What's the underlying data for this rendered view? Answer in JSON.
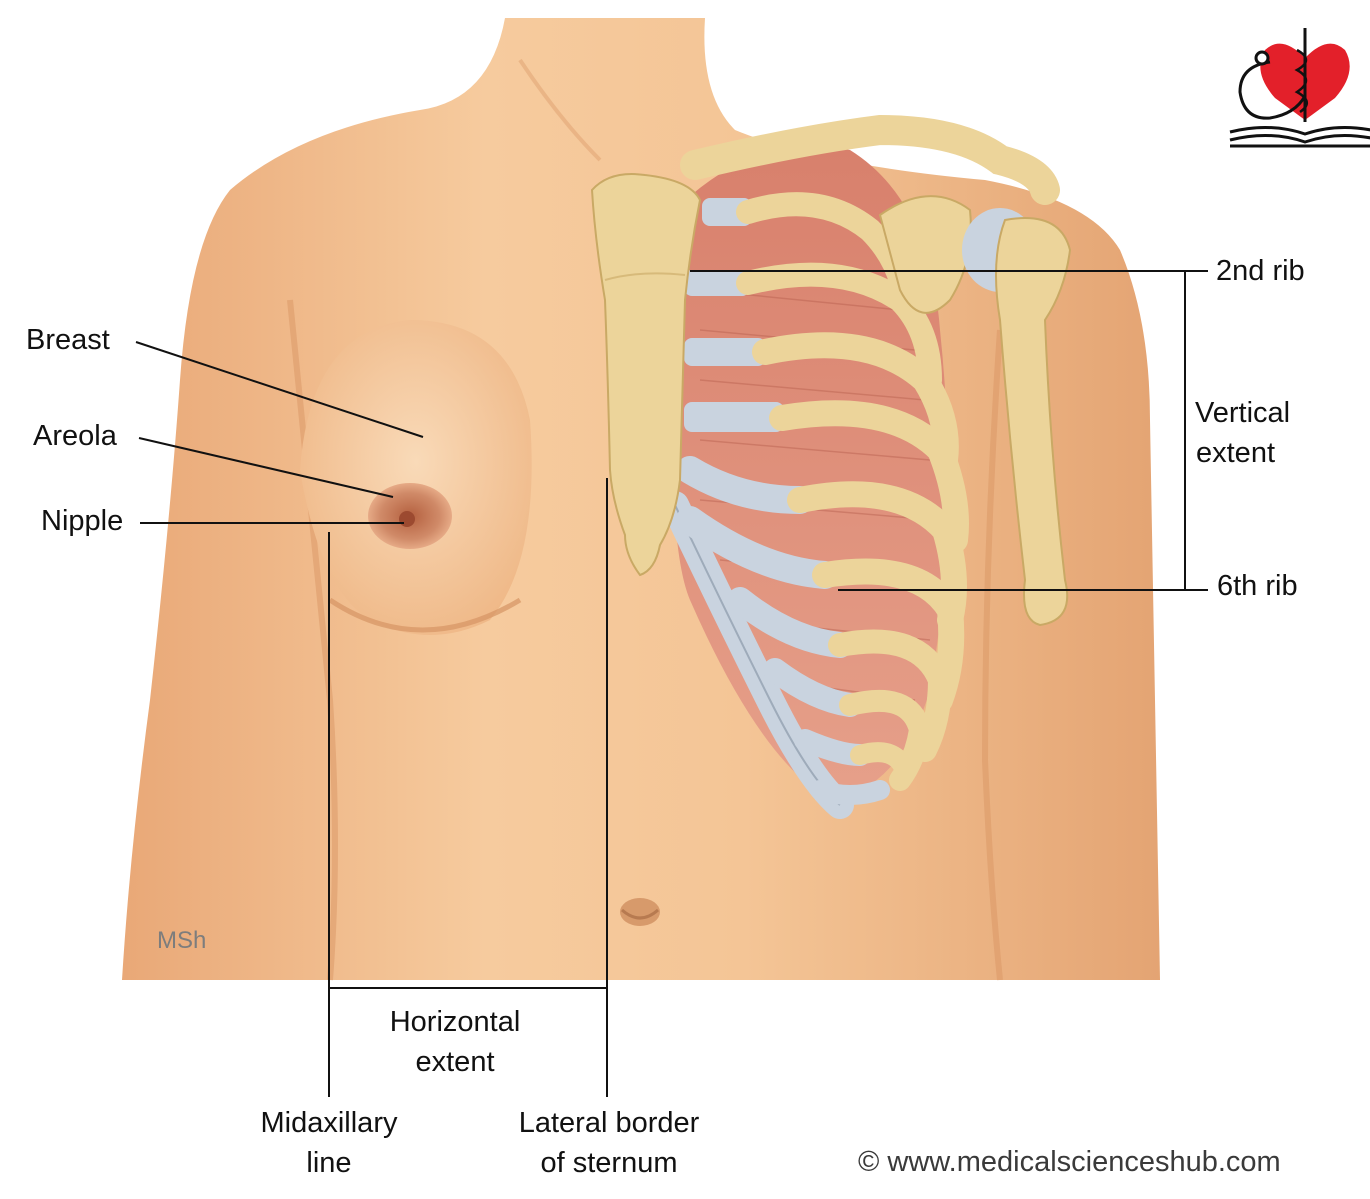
{
  "labels": {
    "breast": "Breast",
    "areola": "Areola",
    "nipple": "Nipple",
    "rib2": "2nd rib",
    "vertical_1": "Vertical",
    "vertical_2": "extent",
    "rib6": "6th rib",
    "horizontal_1": "Horizontal",
    "horizontal_2": "extent",
    "midaxillary_1": "Midaxillary",
    "midaxillary_2": "line",
    "sternum_1": "Lateral border",
    "sternum_2": "of sternum"
  },
  "artist_initials": "MSh",
  "copyright": "© www.medicalscienceshub.com",
  "colors": {
    "skin": "#f2bd8c",
    "skin_shadow": "#dfa06c",
    "bone": "#ecd49a",
    "cartilage": "#c9d3df",
    "muscle": "#d98a78",
    "areola": "#c98062",
    "leader_line": "#111111",
    "logo_heart": "#e3202a"
  },
  "logo_icon": "stethoscope-heart-book-icon"
}
